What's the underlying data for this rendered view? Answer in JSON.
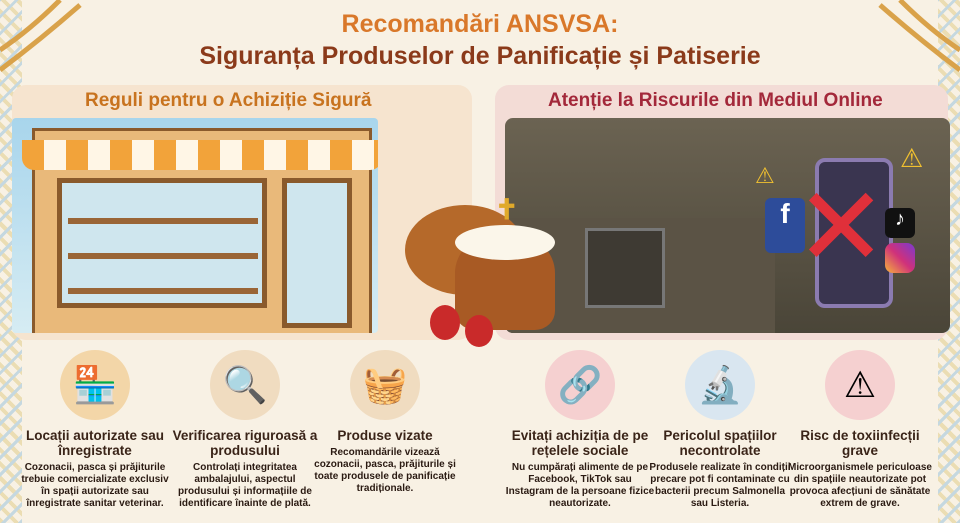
{
  "header": {
    "title_line1": "Recomandări ANSVSA:",
    "title_line2": "Siguranța Produselor de Panificație și Patiserie"
  },
  "left_panel": {
    "heading": "Reguli pentru o Achiziție Sigură"
  },
  "right_panel": {
    "heading": "Atenție la Riscurile din Mediul Online"
  },
  "colors": {
    "title_orange": "#d9782a",
    "title_brown": "#8b3a1a",
    "left_heading": "#c8731f",
    "right_heading": "#a3283a",
    "warning_red": "#e0303a"
  },
  "columns": [
    {
      "icon": "shop-check-icon",
      "title": "Locații autorizate sau înregistrate",
      "text": "Cozonacii, pasca și prăjiturile trebuie comercializate exclusiv în spații autorizate sau înregistrate sanitar veterinar."
    },
    {
      "icon": "magnifier-bread-icon",
      "title": "Verificarea riguroasă a produsului",
      "text": "Controlați integritatea ambalajului, aspectul produsului și informațiile de identificare înainte de plată."
    },
    {
      "icon": "bread-basket-icon",
      "title": "Produse vizate",
      "text": "Recomandările vizează cozonacii, pasca, prăjiturile și toate produsele de panificație tradiționale."
    },
    {
      "icon": "broken-link-icon",
      "title": "Evitați achiziția de pe rețelele sociale",
      "text": "Nu cumpărați alimente de pe Facebook, TikTok sau Instagram de la persoane fizice neautorizate."
    },
    {
      "icon": "microscope-biohazard-icon",
      "title": "Pericolul spațiilor necontrolate",
      "text": "Produsele realizate în condiții precare pot fi contaminate cu bacterii precum Salmonella sau Listeria."
    },
    {
      "icon": "sick-person-warning-icon",
      "title": "Risc de toxiinfecții grave",
      "text": "Microorganismele periculoase din spațiile neautorizate pot provoca afecțiuni de sănătate extrem de grave."
    }
  ]
}
